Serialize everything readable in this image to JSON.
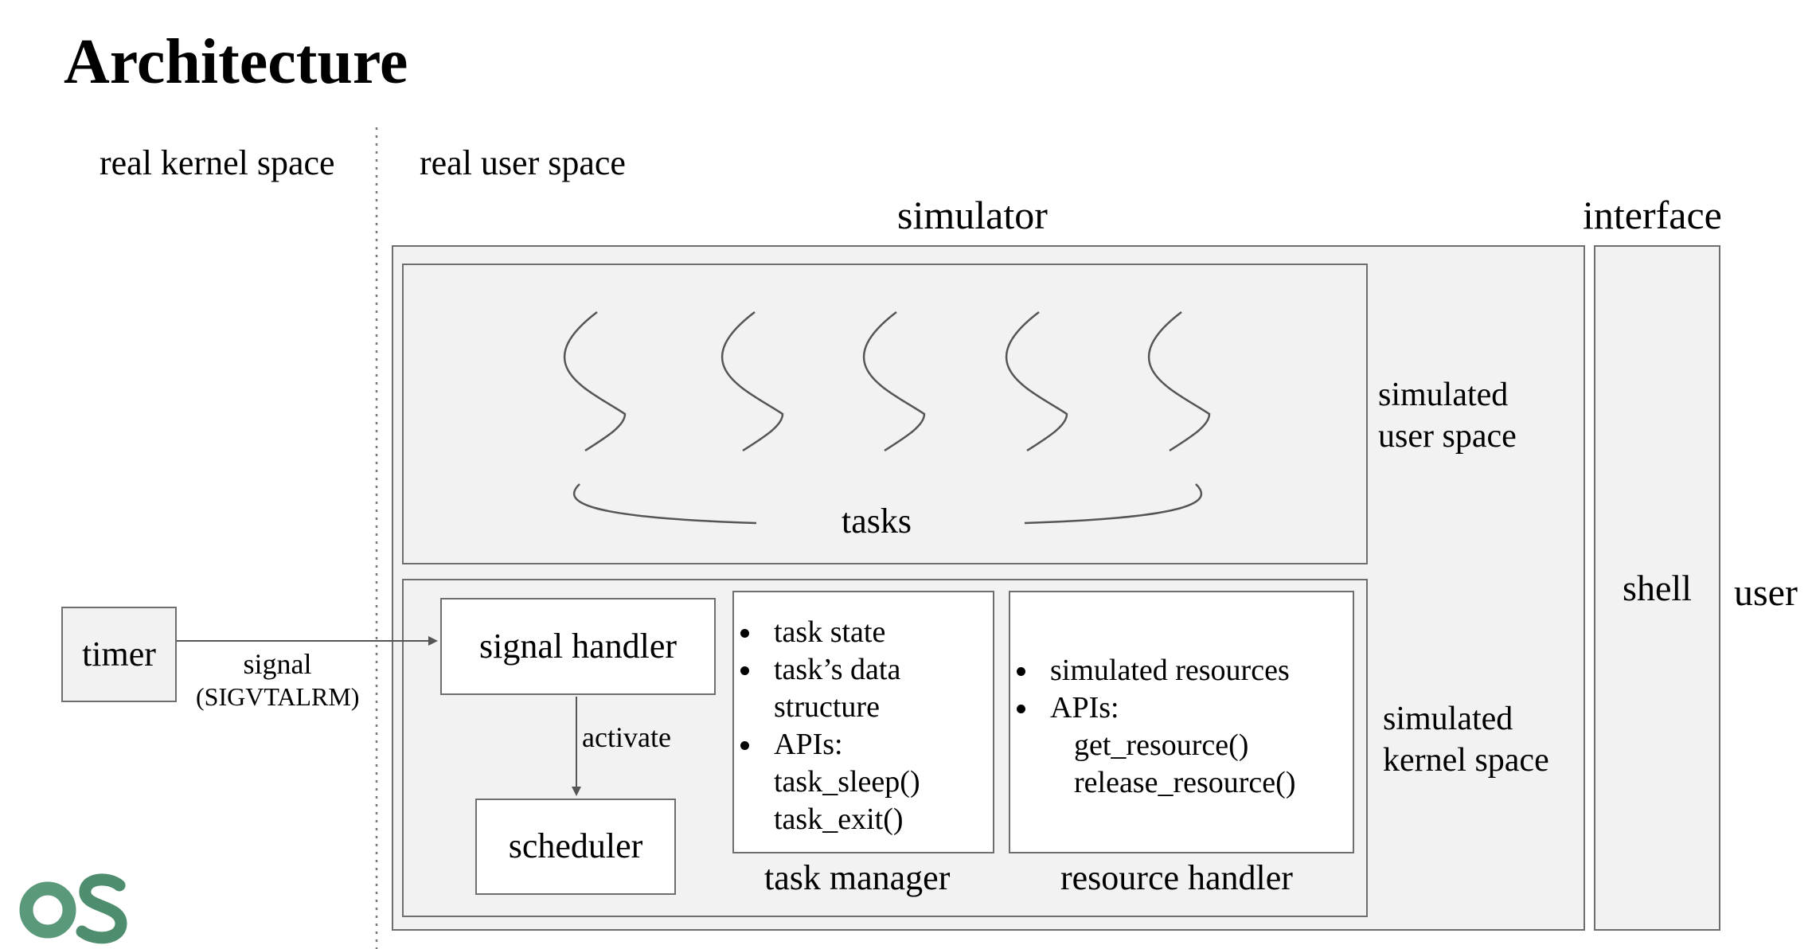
{
  "title": "Architecture",
  "regions": {
    "kernel_space": "real kernel space",
    "user_space": "real user space"
  },
  "headers": {
    "simulator": "simulator",
    "interface": "interface"
  },
  "simulated_user_space": {
    "line1": "simulated",
    "line2": "user space",
    "tasks_label": "tasks"
  },
  "simulated_kernel_space": {
    "line1": "simulated",
    "line2": "kernel space"
  },
  "timer": "timer",
  "signal": {
    "label": "signal",
    "name": "(SIGVTALRM)"
  },
  "signal_handler": "signal handler",
  "activate": "activate",
  "scheduler": "scheduler",
  "task_manager": {
    "label": "task manager",
    "items": [
      {
        "text": "task state"
      },
      {
        "text": "task’s data",
        "continuation": "structure"
      },
      {
        "text": "APIs:",
        "sub": [
          "task_sleep()",
          "task_exit()"
        ]
      }
    ]
  },
  "resource_handler": {
    "label": "resource handler",
    "items": [
      {
        "text": "simulated resources"
      },
      {
        "text": "APIs:",
        "sub": [
          "get_resource()",
          "release_resource()"
        ]
      }
    ]
  },
  "shell": "shell",
  "user": "user",
  "logo": {
    "text": "OS",
    "color": "#5a9a7a"
  }
}
